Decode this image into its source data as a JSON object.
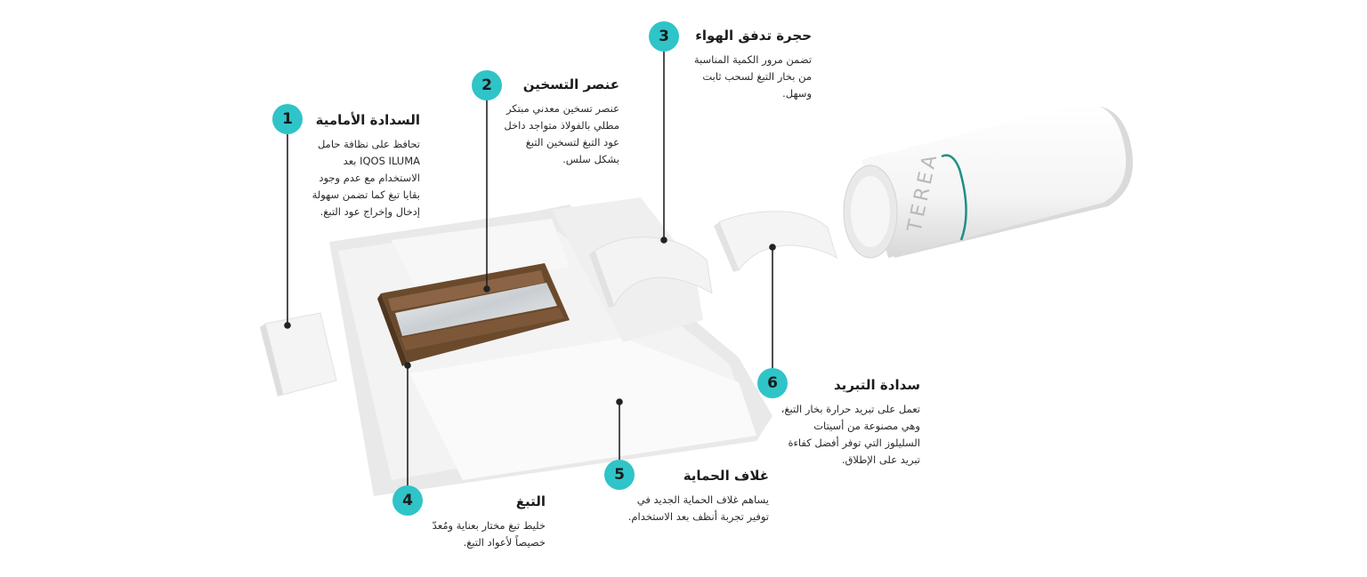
{
  "colors": {
    "badge": "#2fc4c8",
    "filter": "#f2f2f2",
    "tobacco": "#6b4a2c",
    "foil": "#d9dde0",
    "wrapper": "#ececec",
    "tube_band": "#1f8f84"
  },
  "product_text": "TEREA",
  "components": [
    {
      "number": "1",
      "title": "السدادة الأمامية",
      "lines": [
        "تحافظ على نظافة حامل",
        "IQOS ILUMA بعد",
        "الاستخدام مع عدم وجود",
        "بقايا تبغ كما تضمن سهولة",
        "إدخال وإخراج عود التبغ."
      ]
    },
    {
      "number": "2",
      "title": "عنصر التسخين",
      "lines": [
        "عنصر تسخين معدني مبتكر",
        "مطلي بالفولاذ متواجد داخل",
        "عود التبغ لتسخين التبغ",
        "بشكل سلس."
      ]
    },
    {
      "number": "3",
      "title": "حجرة تدفق الهواء",
      "lines": [
        "تضمن مرور الكمية المناسبة",
        "من بخار التبغ لسحب ثابت",
        "وسهل."
      ]
    },
    {
      "number": "4",
      "title": "التبغ",
      "lines": [
        "خليط تبغ مختار بعناية ومُعدّ",
        "خصيصاً لأعواد التبغ."
      ]
    },
    {
      "number": "5",
      "title": "غلاف الحماية",
      "lines": [
        "يساهم غلاف الحماية الجديد في",
        "توفير تجربة أنظف بعد الاستخدام."
      ]
    },
    {
      "number": "6",
      "title": "سدادة التبريد",
      "lines": [
        "تعمل على تبريد حرارة بخار التبغ،",
        "وهي مصنوعة من أسيتات",
        "السليلوز التي توفر أفضل كفاءة",
        "تبريد على الإطلاق."
      ]
    }
  ]
}
